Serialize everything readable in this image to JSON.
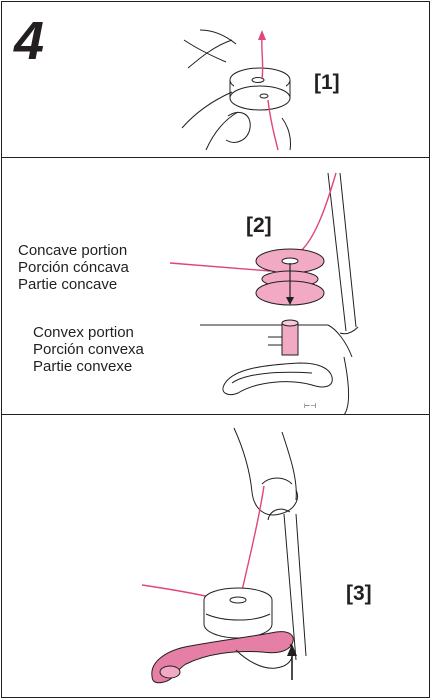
{
  "step": {
    "number": "4"
  },
  "panel1": {
    "tag": "[1]"
  },
  "panel2": {
    "tag": "[2]",
    "concave": [
      "Concave portion",
      "Porción cóncava",
      "Partie concave"
    ],
    "convex": [
      "Convex portion",
      "Porción convexa",
      "Partie convexe"
    ]
  },
  "panel3": {
    "tag": "[3]"
  },
  "colors": {
    "thread": "#e0457b",
    "bobbin": "#f1a9c4",
    "lever": "#e67fa6",
    "ink": "#231f20"
  }
}
